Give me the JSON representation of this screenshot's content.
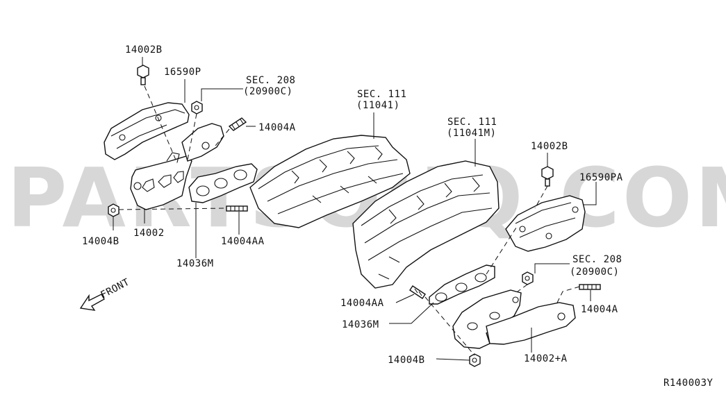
{
  "watermark": "PARTSOUQ.COM",
  "labels": {
    "p14002B_left": "14002B",
    "p16590P": "16590P",
    "sec208_left_a": "SEC. 208",
    "sec208_left_b": "(20900C)",
    "sec111_a": "SEC. 111",
    "sec111_b": "(11041)",
    "sec111m_a": "SEC. 111",
    "sec111m_b": "(11041M)",
    "p14004A_left": "14004A",
    "p14002B_right": "14002B",
    "p16590PA": "16590PA",
    "p14004B_left": "14004B",
    "p14002": "14002",
    "p14004AA_left": "14004AA",
    "p14036M_left": "14036M",
    "sec208_right_a": "SEC. 208",
    "sec208_right_b": "(20900C)",
    "p14004A_right": "14004A",
    "p14004AA_right": "14004AA",
    "p14036M_right": "14036M",
    "p14004B_right": "14004B",
    "p14002A": "14002+A",
    "front": "FRONT",
    "diagram_code": "R140003Y"
  }
}
